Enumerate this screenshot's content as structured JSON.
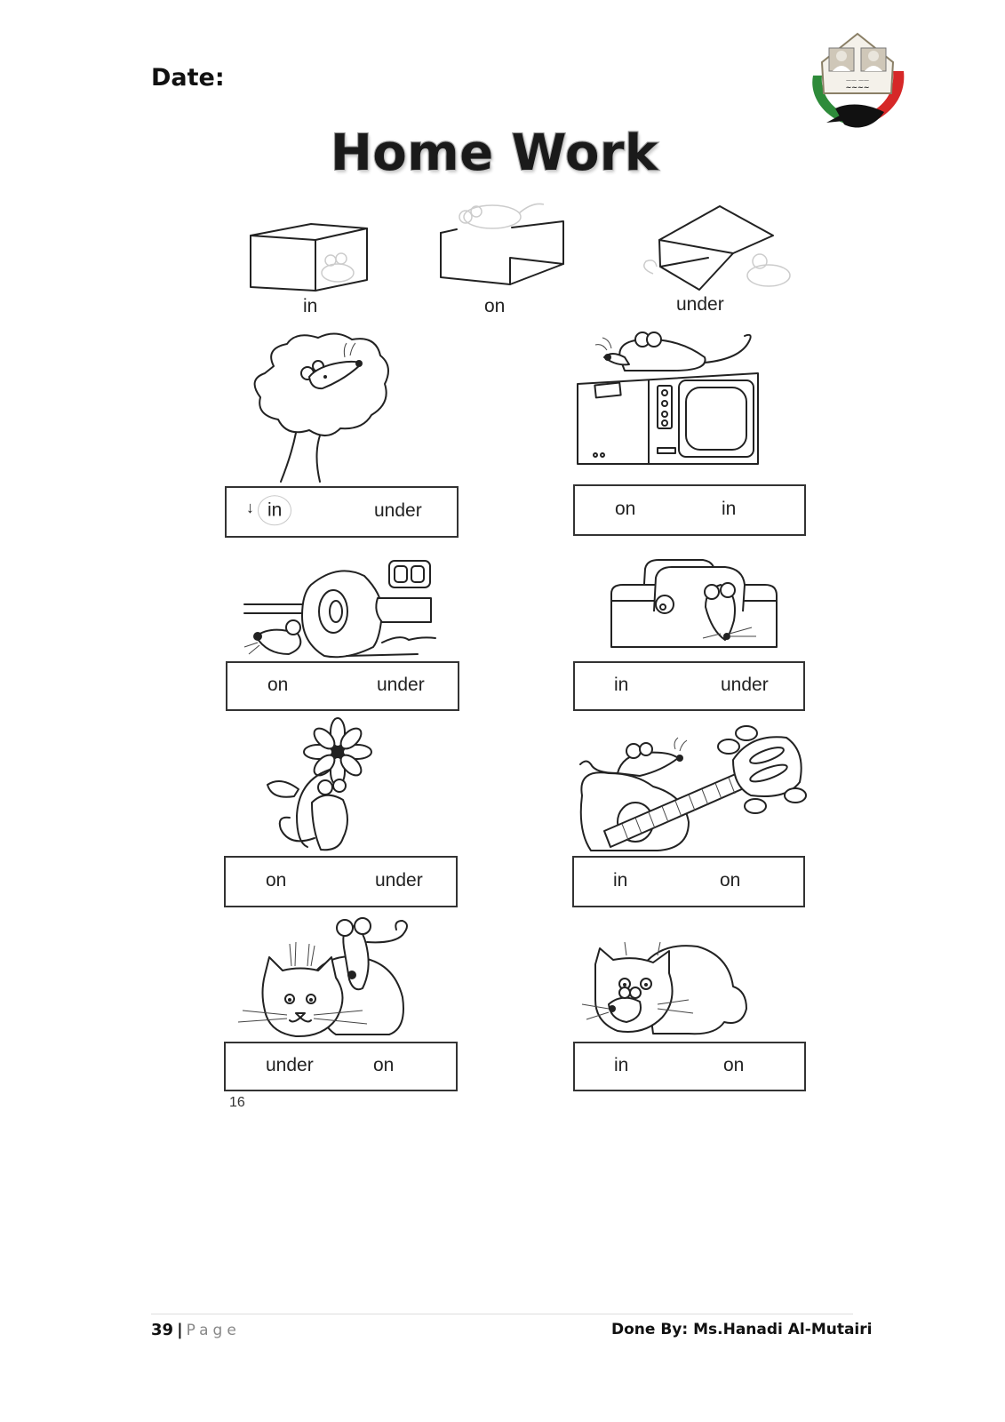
{
  "header": {
    "date_label": "Date:",
    "title": "Home Work",
    "logo": "school-emblem-logo"
  },
  "legend": {
    "items": [
      {
        "label": "in",
        "picture": "box-mouse-inside"
      },
      {
        "label": "on",
        "picture": "box-mouse-on-top"
      },
      {
        "label": "under",
        "picture": "box-mouse-under"
      }
    ]
  },
  "exercises": [
    {
      "picture": "mouse-in-tree",
      "options": [
        "in",
        "under"
      ],
      "marked": "in"
    },
    {
      "picture": "mouse-on-tv",
      "options": [
        "on",
        "in"
      ],
      "marked": null
    },
    {
      "picture": "mouse-under-car",
      "options": [
        "on",
        "under"
      ],
      "marked": null
    },
    {
      "picture": "mouse-in-bag",
      "options": [
        "in",
        "under"
      ],
      "marked": null
    },
    {
      "picture": "mouse-under-flower",
      "options": [
        "on",
        "under"
      ],
      "marked": null
    },
    {
      "picture": "mouse-on-guitar",
      "options": [
        "in",
        "on"
      ],
      "marked": null
    },
    {
      "picture": "mouse-on-cat",
      "options": [
        "under",
        "on"
      ],
      "marked": null
    },
    {
      "picture": "mouse-under-cat",
      "options": [
        "in",
        "on"
      ],
      "marked": null
    }
  ],
  "book_page_number": "16",
  "footer": {
    "page_number": "39",
    "separator": "|",
    "page_word": "Page",
    "author": "Done By: Ms.Hanadi Al-Mutairi"
  },
  "colors": {
    "logo_green": "#2e8b3a",
    "logo_red": "#d62828",
    "logo_black": "#111111",
    "box_border": "#333333",
    "footer_rule": "#dddddd"
  }
}
